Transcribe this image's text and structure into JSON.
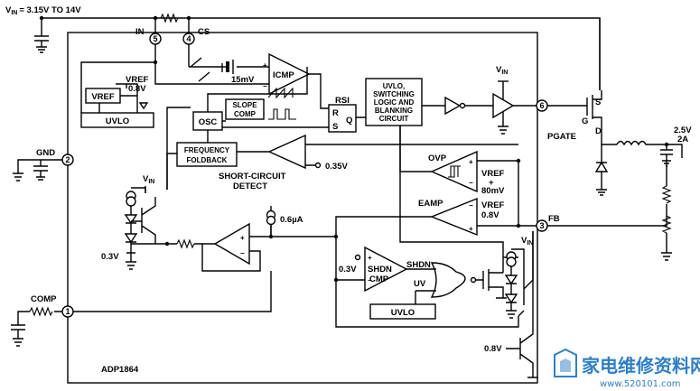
{
  "supply": {
    "label": "V",
    "sub": "IN",
    "range": "= 3.15V TO 14V"
  },
  "part": "ADP1864",
  "pins": [
    {
      "num": "5",
      "name": "IN"
    },
    {
      "num": "4",
      "name": "CS"
    },
    {
      "num": "2",
      "name": "GND"
    },
    {
      "num": "1",
      "name": "COMP"
    },
    {
      "num": "6",
      "name": "PGATE"
    },
    {
      "num": "3",
      "name": "FB"
    }
  ],
  "blocks": {
    "vref": "VREF",
    "vref_val": "0.8V",
    "uvlo_top": "UVLO",
    "uvlo_bottom": "UVLO",
    "icmp": "ICMP",
    "offset": "15mV",
    "rsi": "RSI",
    "latch_r": "R",
    "latch_s": "S",
    "latch_q": "Q",
    "osc": "OSC",
    "slope": [
      "SLOPE",
      "COMP"
    ],
    "uvlo_logic": [
      "UVLO,",
      "SWITCHING",
      "LOGIC AND",
      "BLANKING",
      "CIRCUIT"
    ],
    "freq_fb": [
      "FREQUENCY",
      "FOLDBACK"
    ],
    "short_circuit": [
      "SHORT-CIRCUIT",
      "DETECT"
    ],
    "sc_ref": "0.35V",
    "ovp": "OVP",
    "ovp_ref": [
      "VREF",
      "+",
      "80mV"
    ],
    "eamp": "EAMP",
    "eamp_ref": [
      "VREF",
      "0.8V"
    ],
    "current_src": "0.6µA",
    "shdn_cmp": [
      "SHDN",
      "CMP"
    ],
    "shdn": "SHDN",
    "uv": "UV",
    "ref_03_a": "0.3V",
    "ref_03_b": "0.3V",
    "ref_08": "0.8V",
    "vin": "V",
    "vin_sub": "IN"
  },
  "output": {
    "voltage": "2.5V",
    "current": "2A"
  },
  "mosfet": {
    "s": "S",
    "g": "G",
    "d": "D"
  },
  "watermark": {
    "cn": "家电维修资料网",
    "url": "www.520101.com"
  }
}
